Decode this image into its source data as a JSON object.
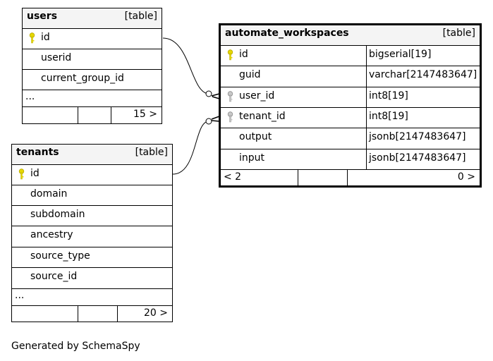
{
  "tables": {
    "users": {
      "name": "users",
      "tag": "[table]",
      "columns": [
        {
          "name": "id",
          "key": "primary"
        },
        {
          "name": "userid",
          "key": "none"
        },
        {
          "name": "current_group_id",
          "key": "none"
        }
      ],
      "ellipsis": "...",
      "footer_right": "15 >"
    },
    "tenants": {
      "name": "tenants",
      "tag": "[table]",
      "columns": [
        {
          "name": "id",
          "key": "primary"
        },
        {
          "name": "domain",
          "key": "none"
        },
        {
          "name": "subdomain",
          "key": "none"
        },
        {
          "name": "ancestry",
          "key": "none"
        },
        {
          "name": "source_type",
          "key": "none"
        },
        {
          "name": "source_id",
          "key": "none"
        }
      ],
      "ellipsis": "...",
      "footer_right": "20 >"
    },
    "automate_workspaces": {
      "name": "automate_workspaces",
      "tag": "[table]",
      "columns": [
        {
          "name": "id",
          "type": "bigserial[19]",
          "key": "primary"
        },
        {
          "name": "guid",
          "type": "varchar[2147483647]",
          "key": "none"
        },
        {
          "name": "user_id",
          "type": "int8[19]",
          "key": "foreign"
        },
        {
          "name": "tenant_id",
          "type": "int8[19]",
          "key": "foreign"
        },
        {
          "name": "output",
          "type": "jsonb[2147483647]",
          "key": "none"
        },
        {
          "name": "input",
          "type": "jsonb[2147483647]",
          "key": "none"
        }
      ],
      "footer_left": "< 2",
      "footer_right": "0 >"
    }
  },
  "colors": {
    "primary_key": "#e6d800",
    "foreign_key": "#a9a9a9",
    "header_bg": "#f4f4f4"
  },
  "footer": "Generated by SchemaSpy"
}
